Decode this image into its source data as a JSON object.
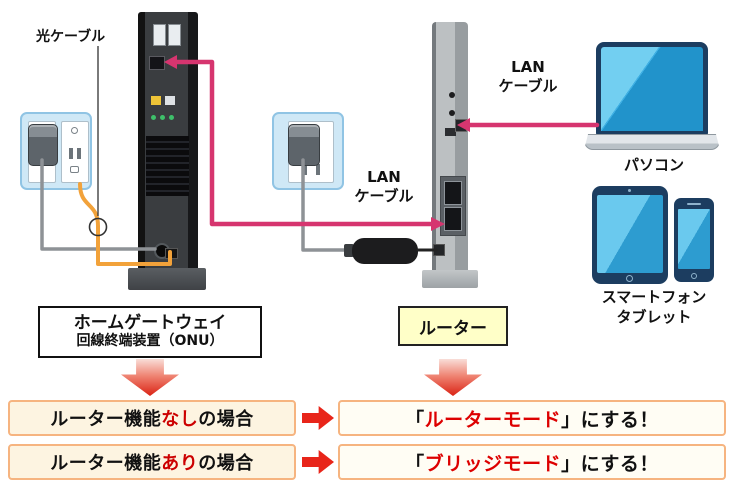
{
  "labels": {
    "optical_cable": "光ケーブル",
    "lan_cable_middle": "LAN\nケーブル",
    "lan_cable_right": "LAN\nケーブル",
    "pc": "パソコン",
    "smartphone_tablet": "スマートフォン\nタブレット",
    "onu_line1": "ホームゲートウェイ",
    "onu_line2": "回線終端装置（ONU）",
    "router": "ルーター"
  },
  "cases": [
    {
      "condition": {
        "prefix": "ルーター機能",
        "highlight": "なし",
        "suffix": "の場合"
      },
      "result": {
        "open": "「",
        "mode": "ルーターモード",
        "close": "」",
        "suffix": "にする！"
      }
    },
    {
      "condition": {
        "prefix": "ルーター機能",
        "highlight": "あり",
        "suffix": "の場合"
      },
      "result": {
        "open": "「",
        "mode": "ブリッジモード",
        "close": "」",
        "suffix": "にする！"
      }
    }
  ],
  "icons": {
    "devices": [
      "wall-outlet",
      "power-plug",
      "onu-tower",
      "router-tower",
      "ac-adapter",
      "laptop",
      "tablet",
      "smartphone"
    ],
    "markers": [
      "down-arrow",
      "right-arrow",
      "cable-arrowhead",
      "highlight-circle",
      "pointer-line"
    ]
  },
  "colors": {
    "cable_pink": "#d6356f",
    "cable_orange": "#f2a23a",
    "cable_gray": "#8e9296",
    "cable_black": "#232323",
    "outlet_blue": "#cfe8f6",
    "outlet_border": "#90c4e4",
    "device_navy": "#1c3d60",
    "screen_blue": "#3fb0e4",
    "highlight_red": "#cc0000",
    "mode_red": "#dd0000",
    "arrow_red": "#e8251a",
    "box_border_orange": "#f6b480",
    "box_cream": "#fdf4e1",
    "box_white": "#fffdf4",
    "router_label_bg": "#ffffc8",
    "down_arrow_top": "#f9ded8",
    "down_arrow_bottom": "#da2315"
  }
}
